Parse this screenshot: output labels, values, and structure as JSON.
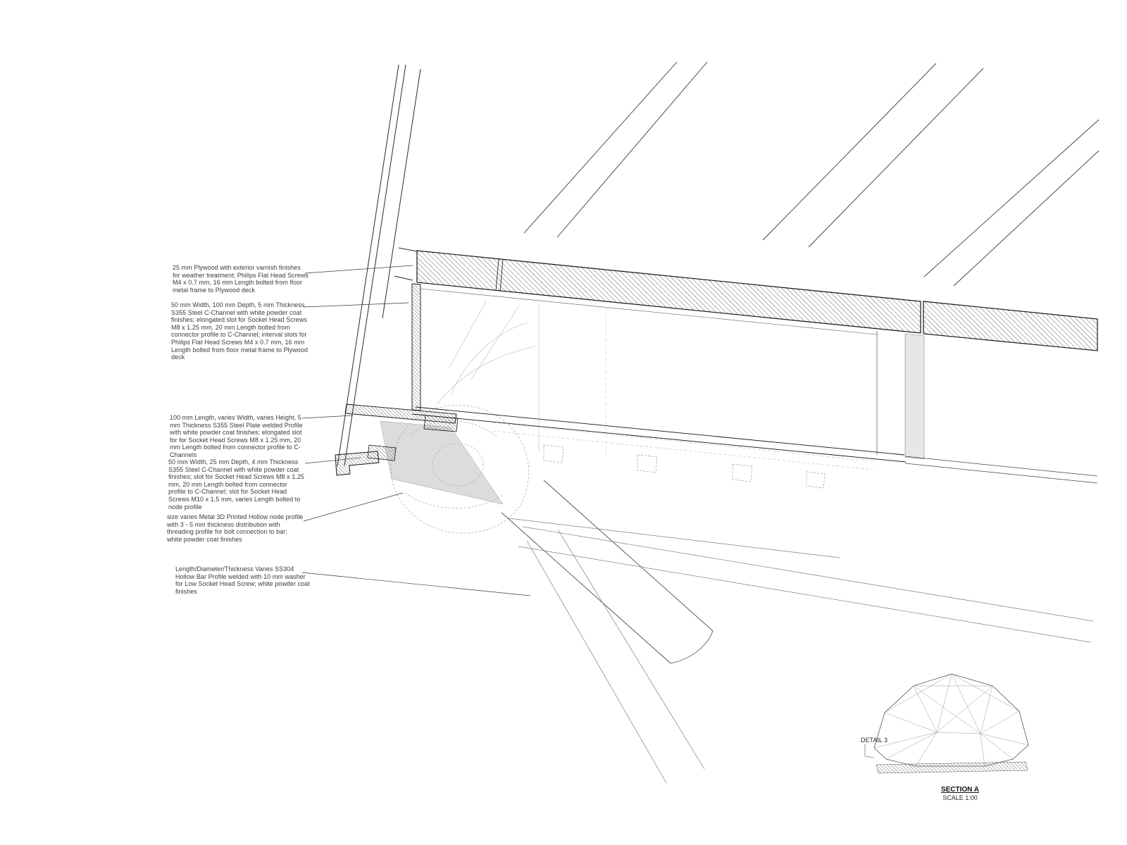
{
  "drawing": {
    "detail_label": "DETAIL 3",
    "title": "SECTION A",
    "scale": "SCALE 1:00"
  },
  "annotations": [
    {
      "id": "plywood-deck",
      "text": "25 mm Plywood with exterior varnish finishes for weather treatment; Philips Flat Head Screws M4 x 0.7 mm, 16 mm Length bolted from floor metal frame to Plywood deck"
    },
    {
      "id": "floor-c-channel",
      "text": "50 mm Width, 100 mm Depth, 5 mm Thickness S355 Steel C-Channel with white powder coat finishes; elongated slot for Socket Head Screws M8 x 1.25 mm, 20 mm Length bolted from connector profile to C-Channel; interval slots for Philips Flat Head Screws M4 x 0.7 mm, 16 mm Length bolted from floor metal frame to Plywood deck"
    },
    {
      "id": "steel-plate-connector",
      "text": "100 mm Length, varies Width, varies Height,  5 mm Thickness S355 Steel Plate welded Profile with white powder coat finishes; elongated slot for for Socket Head Screws M8 x 1.25 mm, 20 mm Length bolted from connector profile to C-Channels"
    },
    {
      "id": "lower-c-channel",
      "text": "50 mm Width, 25 mm Depth, 4 mm Thickness S355 Steel C-Channel with white powder coat finishes; slot for Socket Head Screws M8 x 1.25 mm, 20 mm Length bolted from connector profile to C-Channel; slot for Socket Head Screws M10 x 1.5 mm, varies Length bolted to node profile"
    },
    {
      "id": "printed-node",
      "text": "size varies Metal 3D Printed Hollow node profile with 3 - 5 mm thickness distribution with threading profile for bolt connection to bar; white powder coat finishes"
    },
    {
      "id": "hollow-bar",
      "text": "Length/Diameter/Thickness Varies SS304 Hollow Bar Profile welded with 10 mm washer for Low Socket Head Screw; white powder coat finishes"
    }
  ],
  "colors": {
    "background": "#ffffff",
    "line_dark": "#141414",
    "line_medium": "#3a3a3a",
    "line_light": "#9a9a9a",
    "hatch": "#3f3f3f",
    "fill_gray": "#dcdcdc",
    "text": "#3b3b3b"
  }
}
